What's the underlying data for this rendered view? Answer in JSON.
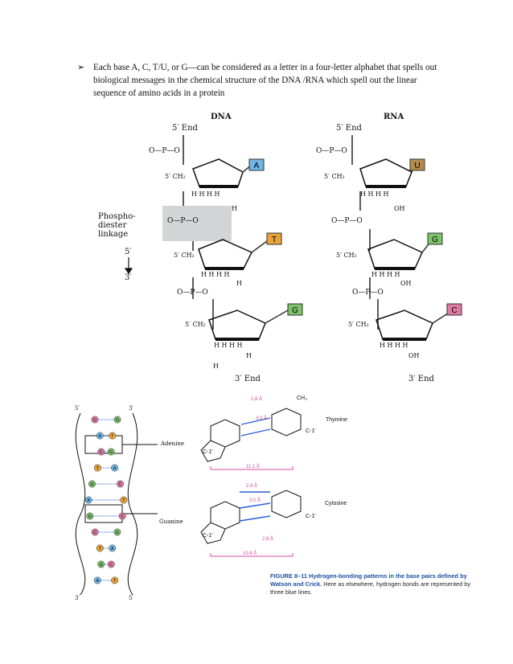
{
  "bullet": {
    "marker": "➢",
    "text": "Each base A, C, T/U, or G—can be considered as a letter in a four-letter alphabet that spells out biological messages in the chemical structure of the DNA /RNA which spell out the linear sequence of amino acids in a protein"
  },
  "structure_figure": {
    "dna_title": "DNA",
    "rna_title": "RNA",
    "five_end": "5′ End",
    "three_end": "3′ End",
    "phospho_line1": "Phospho-",
    "phospho_line2": "diester",
    "phospho_line3": "linkage",
    "dir_top": "5′",
    "dir_bottom": "3′",
    "dna_bases": [
      "A",
      "T",
      "G"
    ],
    "rna_bases": [
      "U",
      "G",
      "C"
    ],
    "colors": {
      "A": "#6fb7e6",
      "T": "#e9a33a",
      "G": "#7dc36b",
      "U": "#b48a4e",
      "C": "#e07aa0",
      "linkage_box": "#d3d4d6"
    },
    "labels": {
      "O": "O",
      "P": "P",
      "H": "H",
      "OH": "OH",
      "CH2": "CH₂",
      "c5": "5′",
      "c3": "3′"
    }
  },
  "helix_figure": {
    "top_5": "5′",
    "top_3": "3′",
    "bot_3": "3′",
    "bot_5": "5′",
    "adenine_label": "Adenine",
    "guanine_label": "Guanine",
    "pairs": [
      [
        "C",
        "G"
      ],
      [
        "A",
        "T"
      ],
      [
        "C",
        "G"
      ],
      [
        "T",
        "A"
      ],
      [
        "G",
        "C"
      ],
      [
        "A",
        "T"
      ],
      [
        "G",
        "C"
      ],
      [
        "C",
        "G"
      ],
      [
        "T",
        "A"
      ],
      [
        "G",
        "C"
      ],
      [
        "A",
        "T"
      ]
    ]
  },
  "hbond_figure": {
    "thymine_label": "Thymine",
    "cytosine_label": "Cytosine",
    "d1": "2.8 Å",
    "d2": "3.0 Å",
    "d3": "11.1 Å",
    "e1": "2.9 Å",
    "e2": "3.0 Å",
    "e3": "2.8 Å",
    "e4": "10.8 Å",
    "ch3": "CH₃",
    "c1": "C-1′"
  },
  "caption": {
    "title": "FIGURE 8–11 Hydrogen-bonding patterns in the base pairs defined by Watson and Crick.",
    "body": "Here as elsewhere, hydrogen bonds are represented by three blue lines."
  }
}
